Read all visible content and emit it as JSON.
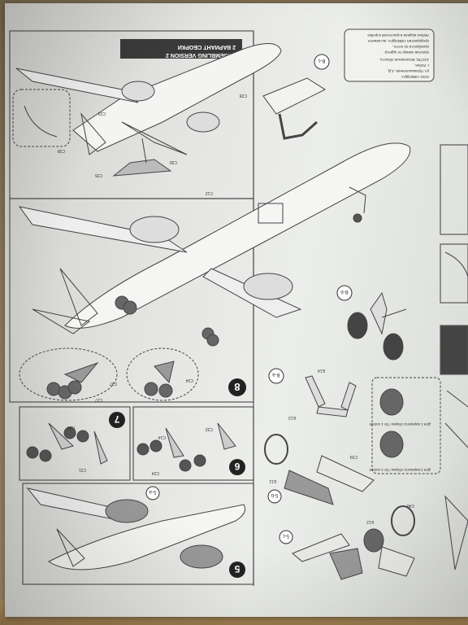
{
  "photo": {
    "header_plate": {
      "line1": "2 ВАРИАНТ СБОРКИ",
      "line2": "ASSEMBLING VERSION 2"
    },
    "address_box": {
      "lines": [
        "Любые модели в красочной коробке",
        "предприятия «ЗВЕЗДА», вы можете",
        "приобрести по почте,",
        "прислав заявку по адресу:",
        "141730, Московская область,",
        "г. Лобня,",
        "ул. Промышленная, 4 Д,",
        "ООО «ЗВЕЗДА»"
      ]
    },
    "steps": [
      "8",
      "7",
      "6",
      "5"
    ],
    "callouts": [
      "В-с",
      "В-а",
      "В-b",
      "5-a",
      "5-b",
      "5-c"
    ],
    "part_labels": [
      "С38",
      "С30",
      "С22",
      "С35",
      "C28",
      "С37",
      "С27",
      "С34",
      "E13",
      "E14",
      "E11",
      "C40",
      "C39",
      "C20",
      "C21",
      "C24",
      "C32",
      "C14",
      "E12",
      "С12"
    ],
    "notes": [
      "Для 1 варианта сборки / for 1 variant",
      "Для 2 варианта сборки / for 2 variant"
    ],
    "colors": {
      "paper": "#e6e7e4",
      "ink": "#3a3a3a",
      "step_circle": "#222222",
      "plate_bg": "#3a3a3a",
      "desk": "#a88a5c"
    }
  }
}
